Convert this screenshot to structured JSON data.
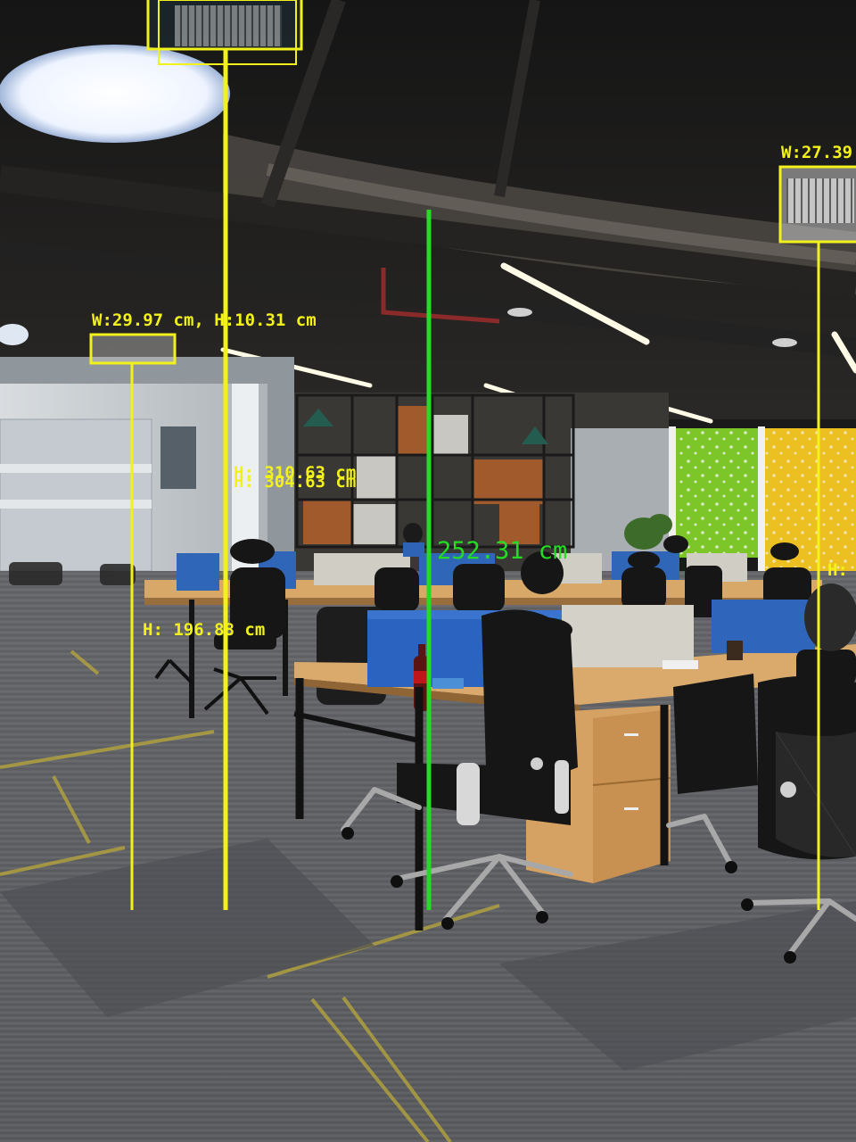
{
  "colors": {
    "measure_yellow": "#f2f21a",
    "measure_green": "#22dd22"
  },
  "annotations": {
    "vent_left_label": "W:29.97 cm, H:10.31 cm",
    "vent_right_label": "W:27.39",
    "height_center_a": "H: 310.63 cm",
    "height_center_b": "H: 304.63 cm",
    "height_left": "H: 196.88 cm",
    "height_main": "252.31 cm",
    "height_right_partial": "H:"
  }
}
